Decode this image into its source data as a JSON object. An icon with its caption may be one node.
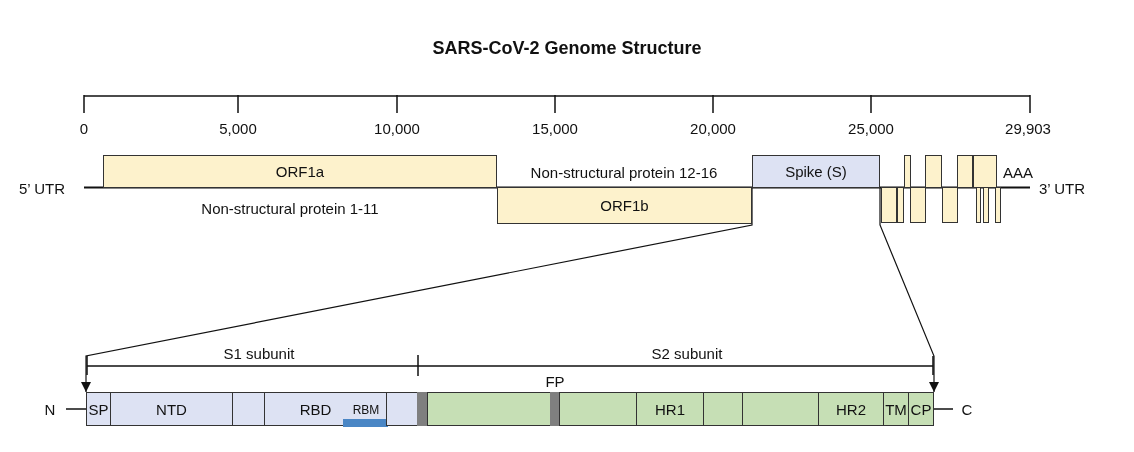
{
  "diagram": {
    "title": "SARS-CoV-2 Genome Structure",
    "nodes": [
      {
        "text": [
          "ORF1a"
        ],
        "beside": [
          "Non-structural protein 1-11"
        ]
      },
      {
        "text": [
          "ORF1b"
        ],
        "beside": [
          "Non-structural protein 12-16"
        ]
      },
      {
        "text": [
          "Spike (S)"
        ]
      },
      {
        "text": [],
        "shape": "box"
      },
      {
        "text": [],
        "shape": "box"
      },
      {
        "text": [],
        "shape": "box"
      },
      {
        "text": [],
        "shape": "box"
      },
      {
        "text": [],
        "shape": "box"
      },
      {
        "text": [],
        "shape": "box"
      },
      {
        "text": [],
        "shape": "box"
      },
      {
        "text": [],
        "shape": "box"
      },
      {
        "text": [],
        "shape": "box"
      },
      {
        "text": [],
        "shape": "box"
      },
      {
        "text": [],
        "shape": "box"
      },
      {
        "text": [],
        "shape": "bar"
      },
      {
        "text": [
          "SP"
        ],
        "in": 14
      },
      {
        "text": [
          "NTD"
        ],
        "in": 14
      },
      {
        "text": [],
        "shape": "box",
        "in": 14
      },
      {
        "text": [
          "RBD"
        ],
        "in": 14
      },
      {
        "text": [],
        "shape": "bar",
        "in": 18
      },
      {
        "text": [],
        "shape": "box",
        "in": 14
      },
      {
        "text": [],
        "shape": "bar",
        "in": 14
      },
      {
        "text": [],
        "shape": "box",
        "in": 14
      },
      {
        "text": [],
        "shape": "bar",
        "in": 14
      },
      {
        "text": [],
        "shape": "box",
        "in": 14
      },
      {
        "text": [
          "HR1"
        ],
        "in": 14
      },
      {
        "text": [],
        "shape": "box",
        "in": 14
      },
      {
        "text": [],
        "shape": "box",
        "in": 14
      },
      {
        "text": [
          "HR2"
        ],
        "in": 14
      },
      {
        "text": [
          "TM"
        ],
        "in": 14
      },
      {
        "text": [
          "CP"
        ],
        "in": 14
      }
    ],
    "edges": [
      {
        "from": 2,
        "to": 14,
        "arrow": "to"
      },
      {
        "from": 2,
        "to": 14,
        "arrow": "to"
      }
    ],
    "labels": [
      "0",
      "5,000",
      "10,000",
      "15,000",
      "20,000",
      "25,000",
      "29,903",
      "5’ UTR",
      "AAA",
      "3’ UTR",
      "S1 subunit",
      "S2 subunit",
      "FP",
      "N",
      "RBM",
      "C"
    ]
  }
}
